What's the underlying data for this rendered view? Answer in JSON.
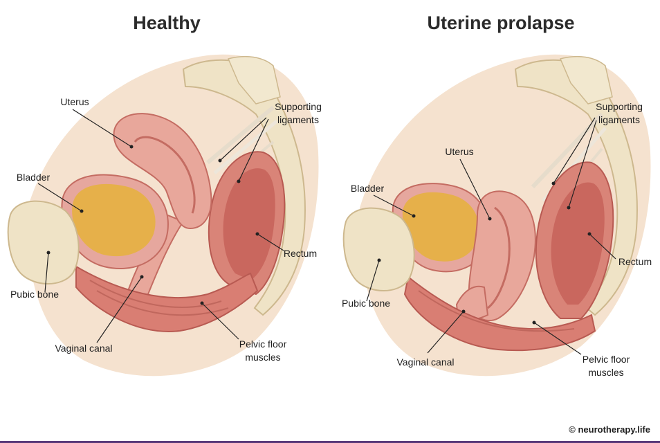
{
  "panels": {
    "healthy": {
      "title": "Healthy",
      "labels": {
        "uterus": "Uterus",
        "ligaments": "Supporting\nligaments",
        "bladder": "Bladder",
        "rectum": "Rectum",
        "pubic_bone": "Pubic bone",
        "vaginal_canal": "Vaginal canal",
        "pelvic_floor": "Pelvic floor\nmuscles"
      }
    },
    "prolapse": {
      "title": "Uterine prolapse",
      "labels": {
        "uterus": "Uterus",
        "ligaments": "Supporting\nligaments",
        "bladder": "Bladder",
        "rectum": "Rectum",
        "pubic_bone": "Pubic bone",
        "vaginal_canal": "Vaginal canal",
        "pelvic_floor": "Pelvic floor\nmuscles"
      }
    }
  },
  "watermark": "© neurotherapy.life",
  "colors": {
    "bone": "#efe3c6",
    "bone_edge": "#cdb88e",
    "tissue": "#e3a59a",
    "tissue_dark": "#c9675e",
    "muscle": "#d97e73",
    "bladder_fill": "#e6b04a",
    "body_bg": "#f3ddc8",
    "ligament": "#e9e2d6",
    "accent_line": "#5a3a7a"
  }
}
